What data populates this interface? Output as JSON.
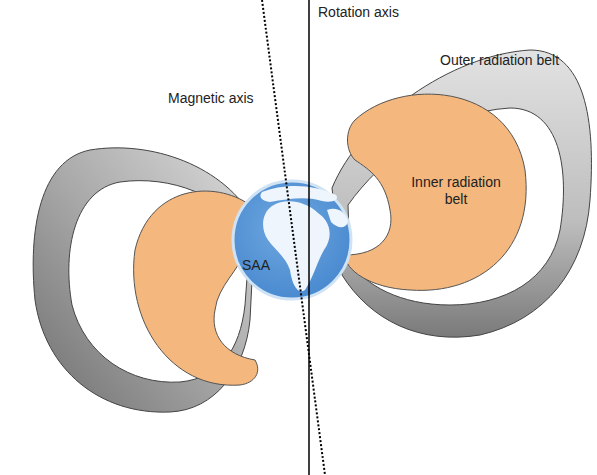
{
  "diagram": {
    "nodes": [
      {
        "text": [
          "SAA"
        ]
      },
      {
        "text": [
          "Inner radiation belt"
        ]
      }
    ],
    "labels": [
      "Rotation axis",
      "Magnetic axis",
      "Outer radiation belt"
    ]
  }
}
